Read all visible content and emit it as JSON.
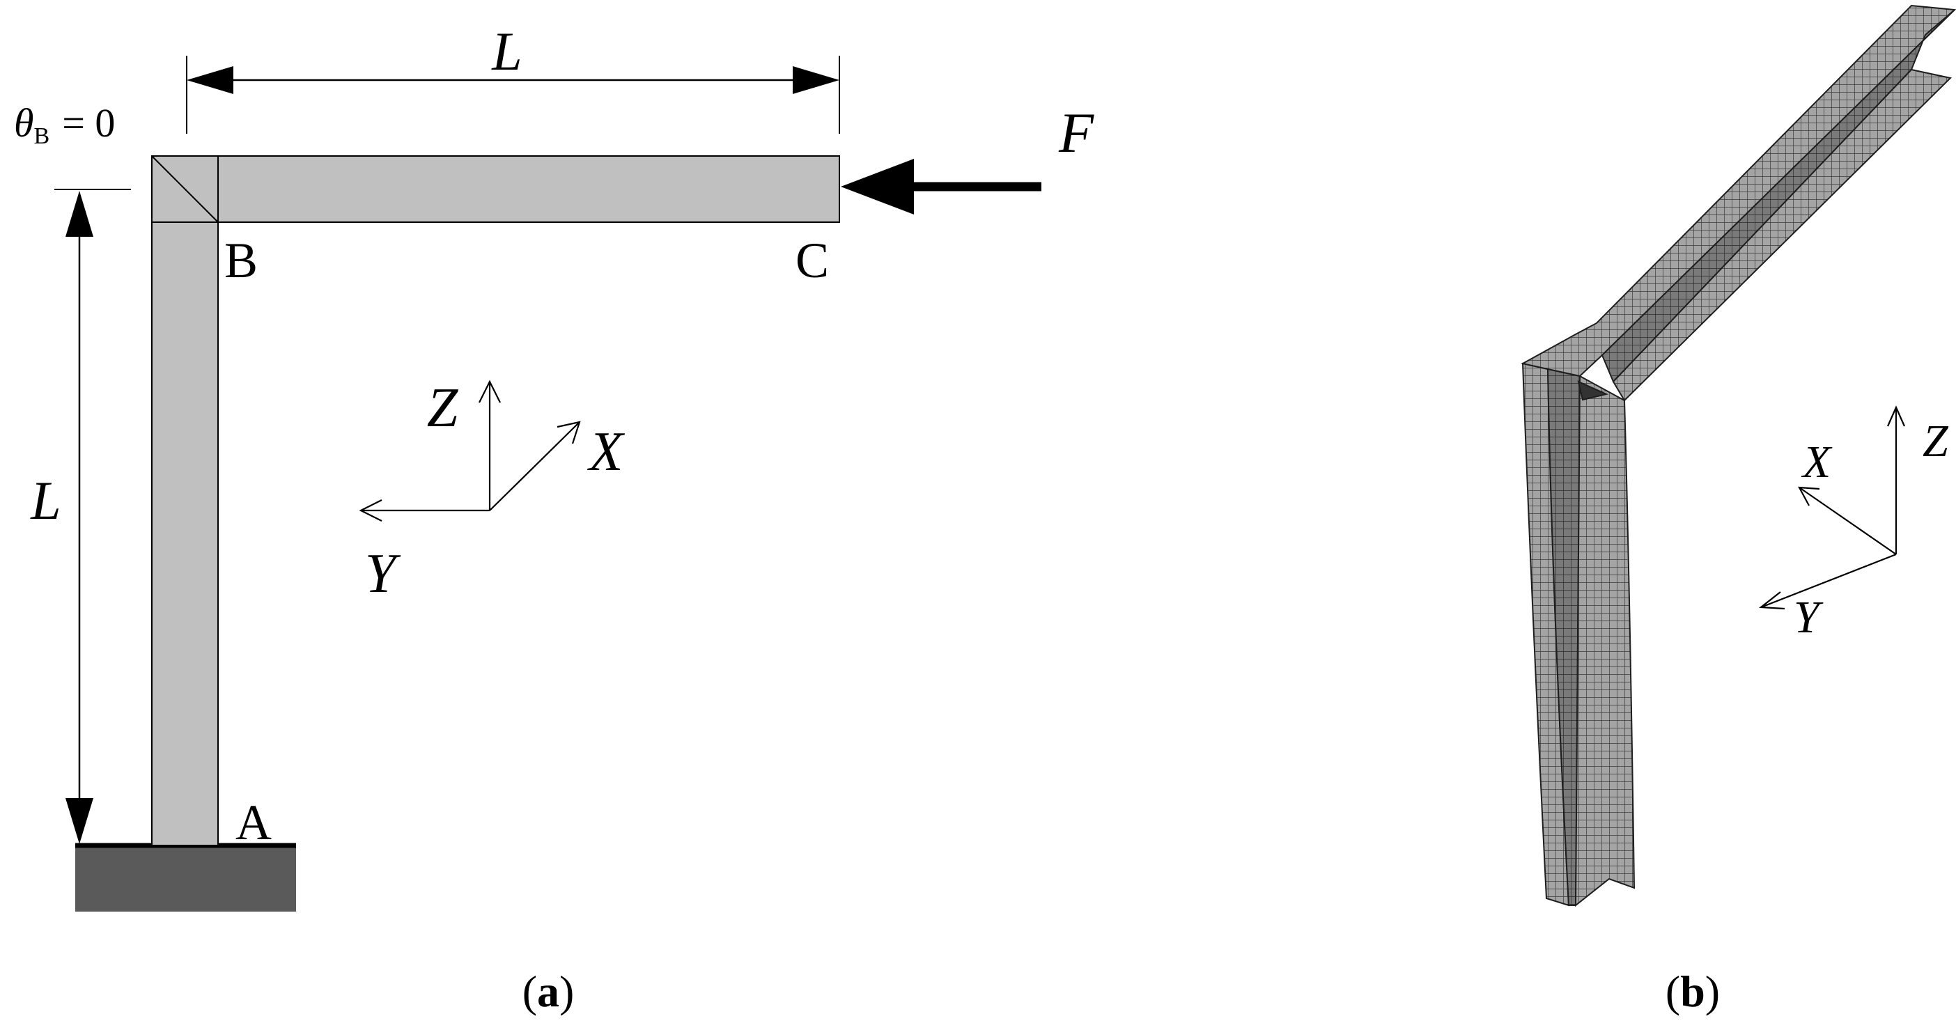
{
  "panel_a": {
    "dim_top_label": "L",
    "dim_left_label": "L",
    "theta_symbol": "θ",
    "theta_subscript": "B",
    "theta_rest": "= 0",
    "force_label": "F",
    "point_a": "A",
    "point_b": "B",
    "point_c": "C",
    "axis_x": "X",
    "axis_y": "Y",
    "axis_z": "Z",
    "caption_open": "(",
    "caption_letter": "a",
    "caption_close": ")"
  },
  "panel_b": {
    "axis_x": "X",
    "axis_y": "Y",
    "axis_z": "Z",
    "caption_open": "(",
    "caption_letter": "b",
    "caption_close": ")"
  },
  "colors": {
    "member_fill": "#c0c0c0",
    "base_fill": "#5a5a5a",
    "mesh_fill": "#9a9a9a",
    "mesh_dark": "#6e6e6e",
    "line": "#000000"
  }
}
